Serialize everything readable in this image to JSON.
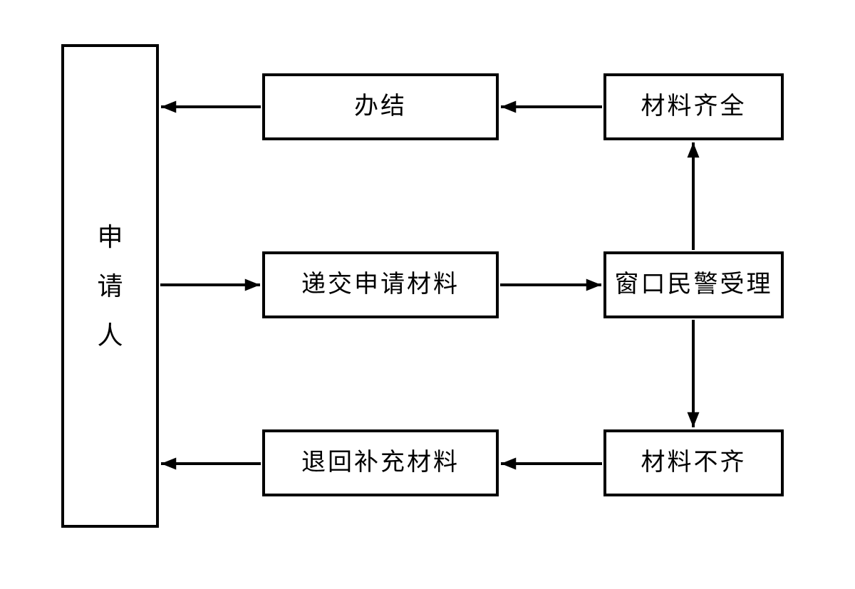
{
  "diagram": {
    "background_color": "#ffffff",
    "line_color": "#000000",
    "nodes": {
      "applicant": {
        "label": "申请人"
      },
      "complete": {
        "label": "办结"
      },
      "materials_complete": {
        "label": "材料齐全"
      },
      "submit_materials": {
        "label": "递交申请材料"
      },
      "window_officer": {
        "label": "窗口民警受理"
      },
      "return_supplement": {
        "label": "退回补充材料"
      },
      "materials_incomplete": {
        "label": "材料不齐"
      }
    },
    "edges": [
      {
        "from": "materials_complete",
        "to": "complete",
        "direction": "left"
      },
      {
        "from": "complete",
        "to": "applicant",
        "direction": "left"
      },
      {
        "from": "applicant",
        "to": "submit_materials",
        "direction": "right"
      },
      {
        "from": "submit_materials",
        "to": "window_officer",
        "direction": "right"
      },
      {
        "from": "window_officer",
        "to": "materials_complete",
        "direction": "up"
      },
      {
        "from": "window_officer",
        "to": "materials_incomplete",
        "direction": "down"
      },
      {
        "from": "materials_incomplete",
        "to": "return_supplement",
        "direction": "left"
      },
      {
        "from": "return_supplement",
        "to": "applicant",
        "direction": "left"
      }
    ]
  }
}
